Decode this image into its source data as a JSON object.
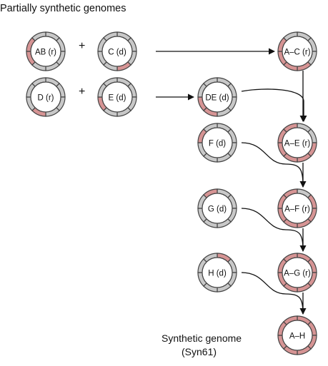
{
  "title": "Partially synthetic genomes",
  "final_label": {
    "line1": "Synthetic genome",
    "line2": "(Syn61)"
  },
  "plus_symbol": "+",
  "colors": {
    "synthetic": "#d69494",
    "wildtype": "#c8c8c8",
    "outline": "#444444",
    "line": "#111111"
  },
  "genomes": [
    {
      "id": "ab",
      "label": "AB (r)",
      "segments": [
        0,
        0,
        0,
        0,
        0,
        1,
        1,
        0
      ]
    },
    {
      "id": "c",
      "label": "C (d)",
      "segments": [
        0,
        0,
        0,
        1,
        0,
        0,
        0,
        0
      ]
    },
    {
      "id": "ac",
      "label": "A–C (r)",
      "segments": [
        0,
        0,
        0,
        1,
        1,
        1,
        1,
        0
      ]
    },
    {
      "id": "d",
      "label": "D (r)",
      "segments": [
        0,
        0,
        0,
        0,
        1,
        0,
        0,
        0
      ]
    },
    {
      "id": "e",
      "label": "E (d)",
      "segments": [
        0,
        0,
        0,
        0,
        0,
        1,
        0,
        0
      ]
    },
    {
      "id": "de",
      "label": "DE (d)",
      "segments": [
        0,
        0,
        0,
        0,
        1,
        1,
        0,
        0
      ]
    },
    {
      "id": "ae",
      "label": "A–E (r)",
      "segments": [
        0,
        0,
        1,
        1,
        1,
        1,
        1,
        1
      ]
    },
    {
      "id": "f",
      "label": "F (d)",
      "segments": [
        0,
        0,
        0,
        0,
        0,
        0,
        1,
        0
      ]
    },
    {
      "id": "g",
      "label": "G (d)",
      "segments": [
        0,
        0,
        0,
        0,
        0,
        0,
        0,
        1
      ]
    },
    {
      "id": "af",
      "label": "A–F (r)",
      "segments": [
        0,
        1,
        1,
        1,
        1,
        1,
        1,
        1
      ]
    },
    {
      "id": "h",
      "label": "H (d)",
      "segments": [
        1,
        0,
        0,
        0,
        0,
        0,
        0,
        0
      ]
    },
    {
      "id": "ag",
      "label": "A–G (r)",
      "segments": [
        1,
        1,
        1,
        1,
        1,
        1,
        1,
        1
      ]
    },
    {
      "id": "ah",
      "label": "A–H",
      "segments": [
        1,
        1,
        1,
        1,
        1,
        1,
        1,
        1
      ]
    }
  ]
}
